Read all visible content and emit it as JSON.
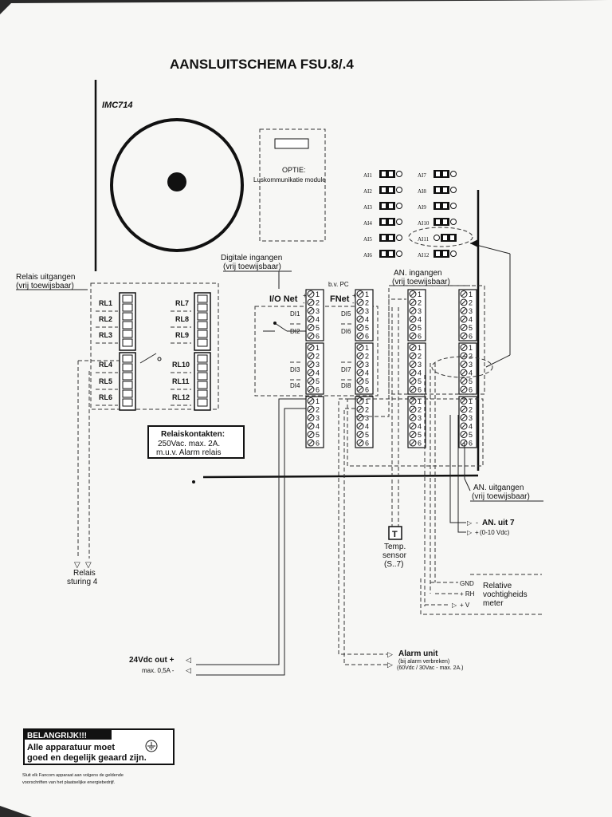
{
  "title": "AANSLUITSCHEMA FSU.8/.4",
  "device_label": "IMC714",
  "option": {
    "line1": "OPTIE:",
    "line2": "Luskommunikatie module"
  },
  "relay_outputs": {
    "title1": "Relais uitgangen",
    "title2": "(vrij toewijsbaar)",
    "left": [
      "RL1",
      "RL2",
      "RL3",
      "RL4",
      "RL5",
      "RL6"
    ],
    "right": [
      "RL7",
      "RL8",
      "RL9",
      "RL10",
      "RL11",
      "RL12"
    ]
  },
  "digital_inputs": {
    "title1": "Digitale ingangen",
    "title2": "(vrij toewijsbaar)",
    "io_net": "I/O Net",
    "fnet": "FNet",
    "bv_pc": "b.v. PC",
    "plus": "+",
    "minus": "-",
    "left": [
      "DI1",
      "DI2",
      "DI3",
      "DI4"
    ],
    "right": [
      "DI5",
      "DI6",
      "DI7",
      "DI8"
    ]
  },
  "an_inputs": {
    "title1": "AN. ingangen",
    "title2": "(vrij toewijsbaar)",
    "left": [
      "AI1",
      "AI2",
      "AI3",
      "AI4",
      "AI5",
      "AI6"
    ],
    "right": [
      "AI7",
      "AI8",
      "AI9",
      "AI10",
      "AI11",
      "AI12"
    ]
  },
  "terminals": [
    "1",
    "2",
    "3",
    "4",
    "5",
    "6"
  ],
  "relay_contacts": {
    "title": "Relaiskontakten:",
    "line1": "250Vac. max. 2A.",
    "line2": "m.u.v. Alarm relais"
  },
  "an_outputs": {
    "title1": "AN. uitgangen",
    "title2": "(vrij toewijsbaar)"
  },
  "an_out7": {
    "label": "AN. uit 7",
    "minus": "-",
    "plus": "+",
    "range": "(0-10 Vdc)"
  },
  "temp_sensor": {
    "symbol": "T",
    "line1": "Temp.",
    "line2": "sensor",
    "line3": "(S..7)"
  },
  "relais_sturing": {
    "line1": "Relais",
    "line2": "sturing 4"
  },
  "humidity": {
    "gnd": "GND",
    "rh": "+ RH",
    "v": "+ V",
    "line1": "Relative",
    "line2": "vochtigheids",
    "line3": "meter"
  },
  "power_out": {
    "label": "24Vdc out +",
    "max": "max. 0,5A -"
  },
  "alarm": {
    "title": "Alarm unit",
    "line1": "(bij alarm verbreken)",
    "line2": "(60Vdc / 30Vac - max. 2A.)"
  },
  "warning": {
    "title": "BELANGRIJK!!!",
    "line1": "Alle apparatuur moet",
    "line2": "goed en degelijk geaard zijn."
  },
  "footnote": {
    "line1": "Sluit elk Fancom apparaat aan volgens de geldende",
    "line2": "voorschriften van het plaatselijke energiebedrijf."
  }
}
